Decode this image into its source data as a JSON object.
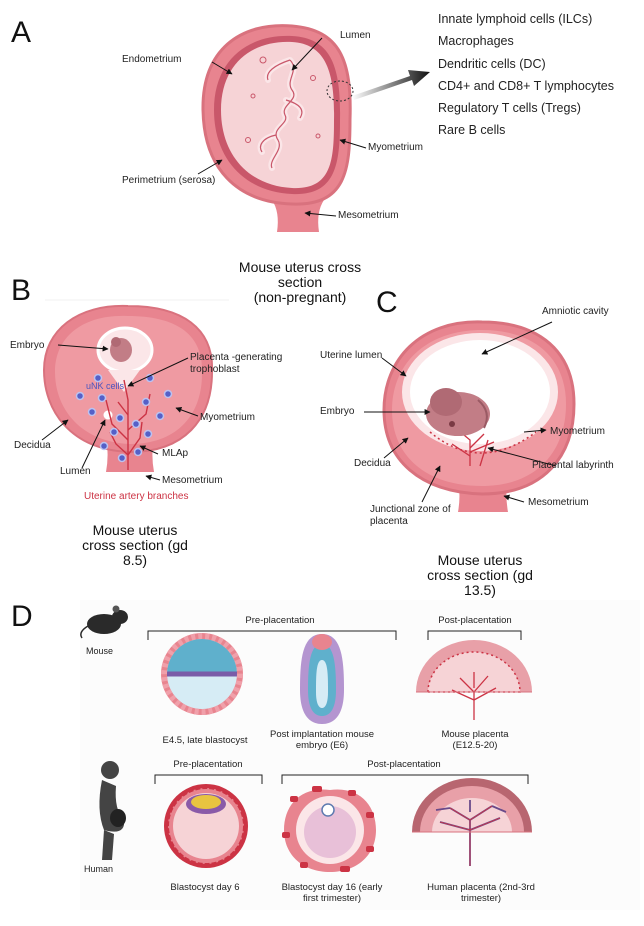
{
  "panels": {
    "a": {
      "letter": "A",
      "labels": {
        "endometrium": "Endometrium",
        "lumen": "Lumen",
        "myometrium": "Myometrium",
        "perimetrium": "Perimetrium (serosa)",
        "mesometrium": "Mesometrium"
      },
      "immune_cells": [
        "Innate lymphoid cells (ILCs)",
        "Macrophages",
        "Dendritic cells (DC)",
        "CD4+ and CD8+ T lymphocytes",
        "Regulatory T cells (Tregs)",
        "Rare B cells"
      ],
      "caption": [
        "Mouse uterus cross",
        "section",
        "(non-pregnant)"
      ]
    },
    "b": {
      "letter": "B",
      "labels": {
        "embryo": "Embryo",
        "placenta": [
          "Placenta -generating",
          "trophoblast"
        ],
        "unk": "uNK cells",
        "myometrium": "Myometrium",
        "decidua": "Decidua",
        "lumen": "Lumen",
        "mlap": "MLAp",
        "mesometrium": "Mesometrium",
        "artery": "Uterine artery branches"
      },
      "caption": [
        "Mouse uterus",
        "cross section (gd",
        "8.5)"
      ]
    },
    "c": {
      "letter": "C",
      "labels": {
        "amniotic": "Amniotic cavity",
        "uterine_lumen": "Uterine lumen",
        "embryo": "Embryo",
        "myometrium": "Myometrium",
        "decidua": "Decidua",
        "labyrinth": "Placental labyrinth",
        "junctional": [
          "Junctional zone of",
          "placenta"
        ],
        "mesometrium": "Mesometrium"
      },
      "caption": [
        "Mouse uterus",
        "cross section (gd",
        "13.5)"
      ]
    },
    "d": {
      "letter": "D",
      "mouse_label": "Mouse",
      "human_label": "Human",
      "mouse_pre": "Pre-placentation",
      "mouse_post": "Post-placentation",
      "human_pre": "Pre-placentation",
      "human_post": "Post-placentation",
      "mouse_items": [
        [
          "E4.5, late blastocyst"
        ],
        [
          "Post implantation mouse",
          "embryo (E6)"
        ],
        [
          "Mouse placenta",
          "(E12.5-20)"
        ]
      ],
      "human_items": [
        [
          "Blastocyst day 6"
        ],
        [
          "Blastocyst day 16 (early",
          "first trimester)"
        ],
        [
          "Human placenta (2nd-3rd",
          "trimester)"
        ]
      ]
    }
  },
  "colors": {
    "outer_pink": "#e8848f",
    "dark_pink": "#c9576a",
    "inner_pink": "#f6d3d6",
    "light_pink": "#fbe6e8",
    "decidua": "#ef9aa2",
    "artery_red": "#cc3344",
    "unk_blue": "#5560c8"
  }
}
